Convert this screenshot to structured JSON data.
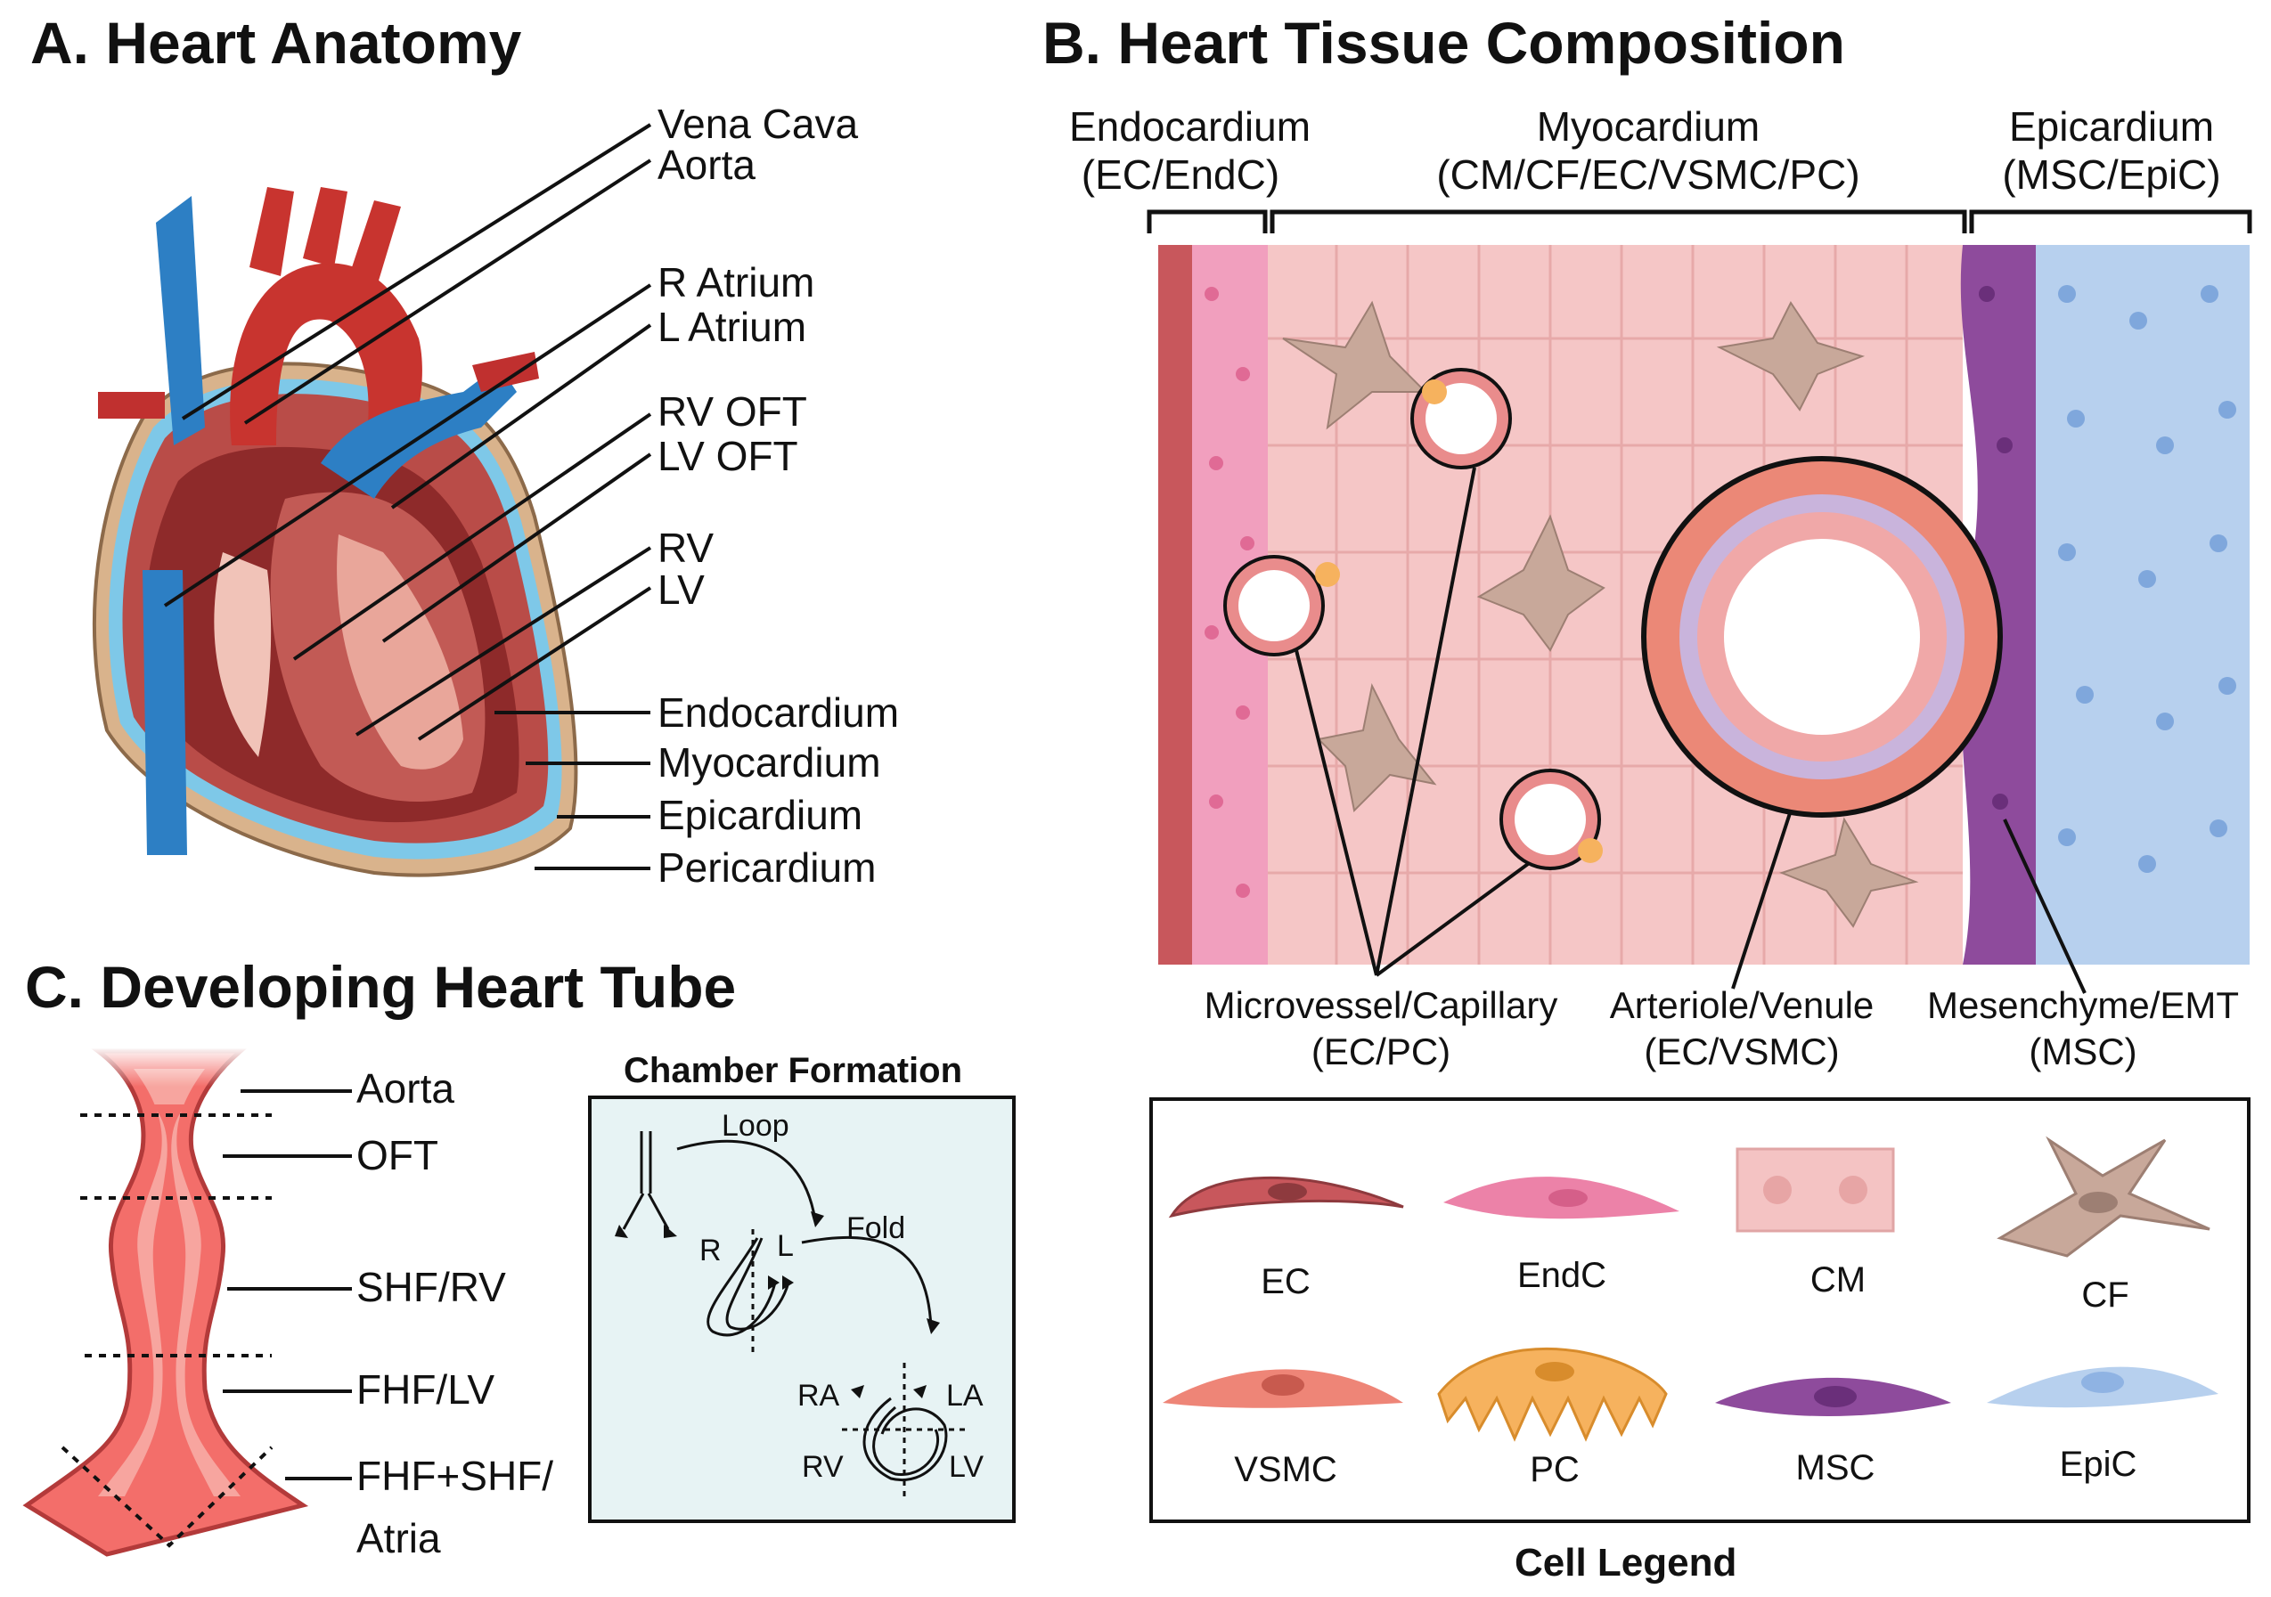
{
  "panelA": {
    "title": "A. Heart Anatomy",
    "labels": [
      "Vena Cava",
      "Aorta",
      "R Atrium",
      "L Atrium",
      "RV OFT",
      "LV OFT",
      "RV",
      "LV",
      "Endocardium",
      "Myocardium",
      "Epicardium",
      "Pericardium"
    ]
  },
  "panelB": {
    "title": "B. Heart Tissue Composition",
    "layers": [
      {
        "name": "Endocardium",
        "cells": "(EC/EndC)"
      },
      {
        "name": "Myocardium",
        "cells": "(CM/CF/EC/VSMC/PC)"
      },
      {
        "name": "Epicardium",
        "cells": "(MSC/EpiC)"
      }
    ],
    "callouts": [
      {
        "name": "Microvessel/Capillary",
        "cells": "(EC/PC)"
      },
      {
        "name": "Arteriole/Venule",
        "cells": "(EC/VSMC)"
      },
      {
        "name": "Mesenchyme/EMT",
        "cells": "(MSC)"
      }
    ]
  },
  "legend": {
    "title": "Cell Legend",
    "cells": [
      {
        "label": "EC",
        "color": "#c8575c"
      },
      {
        "label": "EndC",
        "color": "#ec82a8"
      },
      {
        "label": "CM",
        "color": "#f4c3c3"
      },
      {
        "label": "CF",
        "color": "#c8a89a"
      },
      {
        "label": "VSMC",
        "color": "#ee8577"
      },
      {
        "label": "PC",
        "color": "#f6b25e"
      },
      {
        "label": "MSC",
        "color": "#8e4b9c"
      },
      {
        "label": "EpiC",
        "color": "#b7d0ee"
      }
    ]
  },
  "panelC": {
    "title": "C. Developing Heart Tube",
    "labels": [
      "Aorta",
      "OFT",
      "SHF/RV",
      "FHF/LV",
      "FHF+SHF/",
      "Atria"
    ],
    "inset": {
      "title": "Chamber Formation",
      "labels": [
        "Loop",
        "Fold",
        "R",
        "L",
        "RA",
        "LA",
        "RV",
        "LV"
      ]
    }
  }
}
